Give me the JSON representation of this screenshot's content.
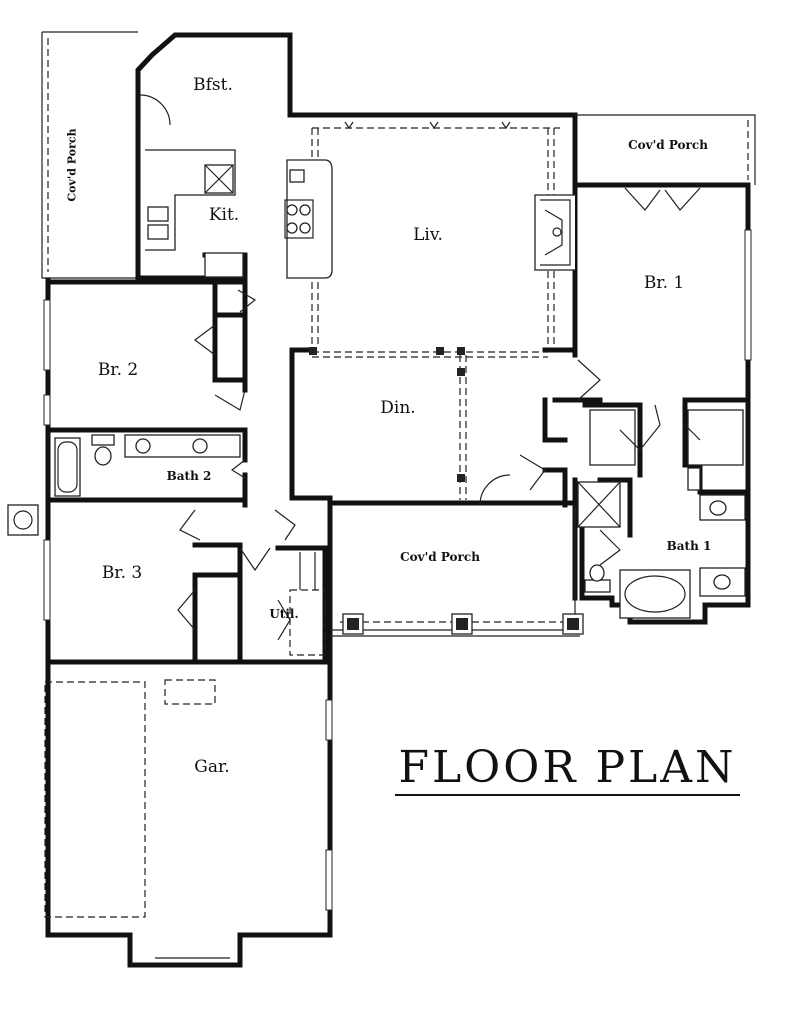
{
  "title": "FLOOR PLAN",
  "rooms": {
    "porch_west": "Cov'd Porch",
    "breakfast": "Bfst.",
    "kitchen": "Kit.",
    "living": "Liv.",
    "porch_northeast": "Cov'd Porch",
    "bedroom1": "Br. 1",
    "bedroom2": "Br. 2",
    "dining": "Din.",
    "bath2": "Bath 2",
    "bedroom3": "Br. 3",
    "porch_front": "Cov'd Porch",
    "bath1": "Bath 1",
    "utility": "Util.",
    "garage": "Gar."
  }
}
